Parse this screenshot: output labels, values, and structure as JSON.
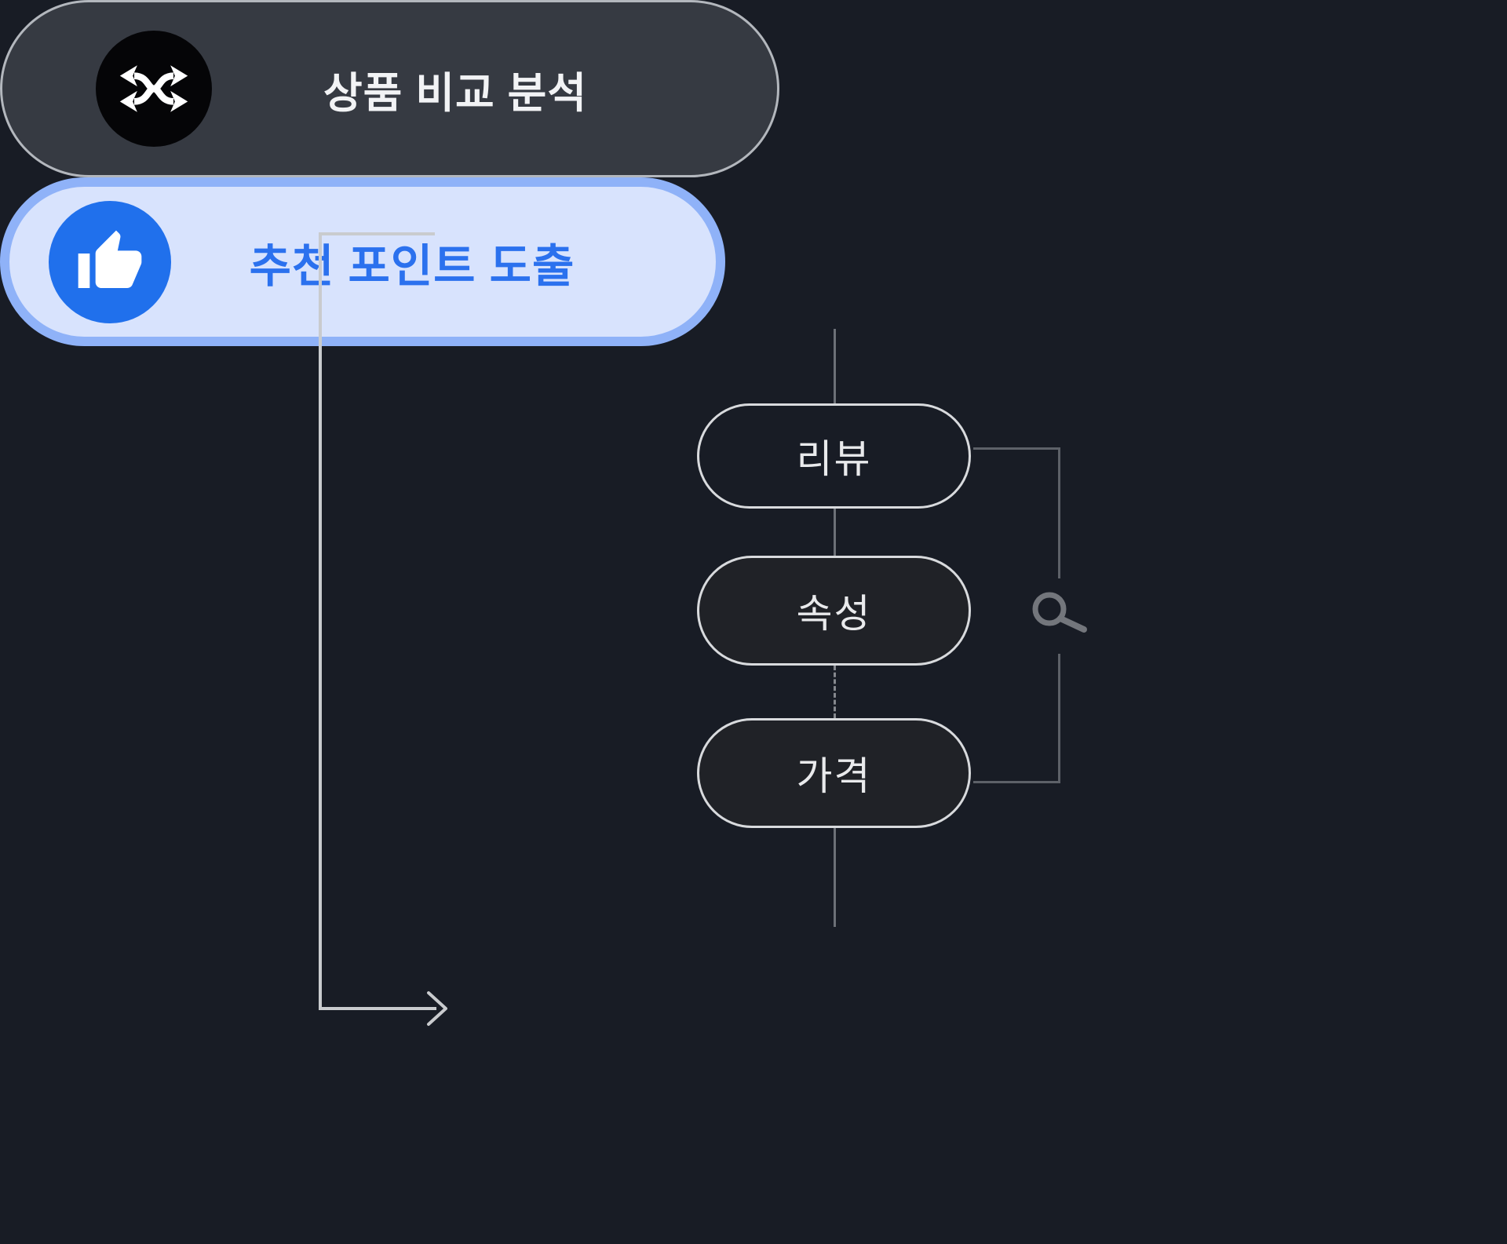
{
  "page": {
    "background_color": "#181C25"
  },
  "diagram": {
    "top_node": {
      "label": "상품 비교 분석",
      "icon": "shuffle-icon",
      "fill_color": "#363A42",
      "border_color": "#B3B7BD",
      "icon_bg_color": "#050507"
    },
    "sub_nodes": [
      {
        "label": "리뷰",
        "fill_color": "transparent",
        "border_color": "#D8DADD"
      },
      {
        "label": "속성",
        "fill_color": "#202227",
        "border_color": "#D8DADD"
      },
      {
        "label": "가격",
        "fill_color": "#202227",
        "border_color": "#D8DADD"
      }
    ],
    "connectors": {
      "solid_color": "#6C7077",
      "dashed_color": "#85888E",
      "bracket_color": "#5D6168",
      "loop_color": "#C9CBCE",
      "search_icon": "search-icon",
      "search_icon_color": "#73767C"
    },
    "bottom_node": {
      "label": "추천 포인트 도출",
      "icon": "thumbs-up-icon",
      "fill_color": "#D8E3FD",
      "border_color": "#8FB2F8",
      "icon_bg_color": "#2070EC",
      "text_color": "#2B71EE"
    }
  }
}
